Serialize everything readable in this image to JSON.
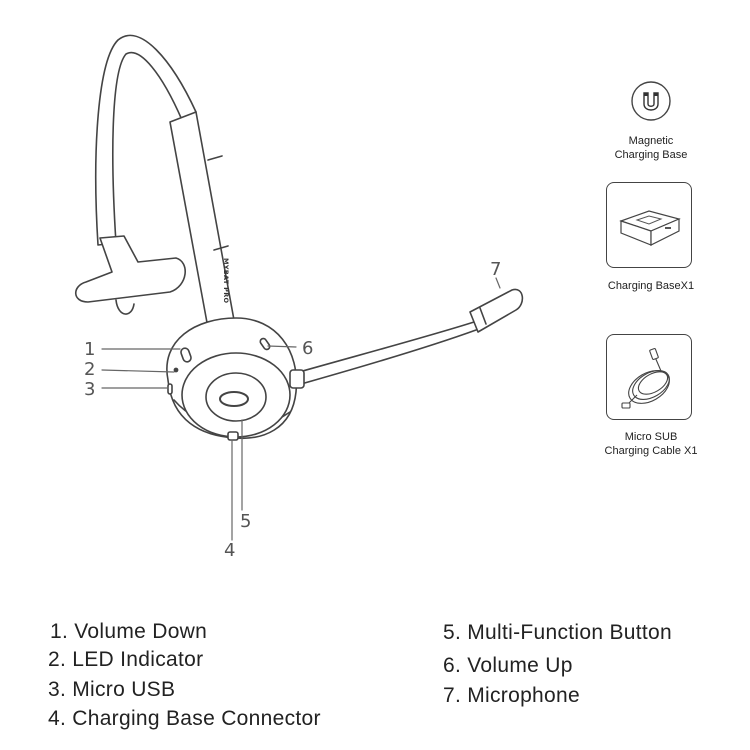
{
  "diagram": {
    "product_brand": "MYBAT PRO",
    "callouts": [
      "1",
      "2",
      "3",
      "4",
      "5",
      "6",
      "7"
    ]
  },
  "accessories": [
    {
      "label_line1": "Magnetic",
      "label_line2": "Charging Base",
      "icon": "magnet-icon"
    },
    {
      "label_line1": "Charging BaseX1",
      "label_line2": "",
      "icon": "charging-base-icon"
    },
    {
      "label_line1": "Micro SUB",
      "label_line2": "Charging Cable X1",
      "icon": "usb-cable-icon"
    }
  ],
  "legend": [
    "1. Volume Down",
    "2. LED Indicator",
    "3. Micro USB",
    "4. Charging Base Connector",
    "5. Multi-Function Button",
    "6. Volume Up",
    "7. Microphone"
  ]
}
